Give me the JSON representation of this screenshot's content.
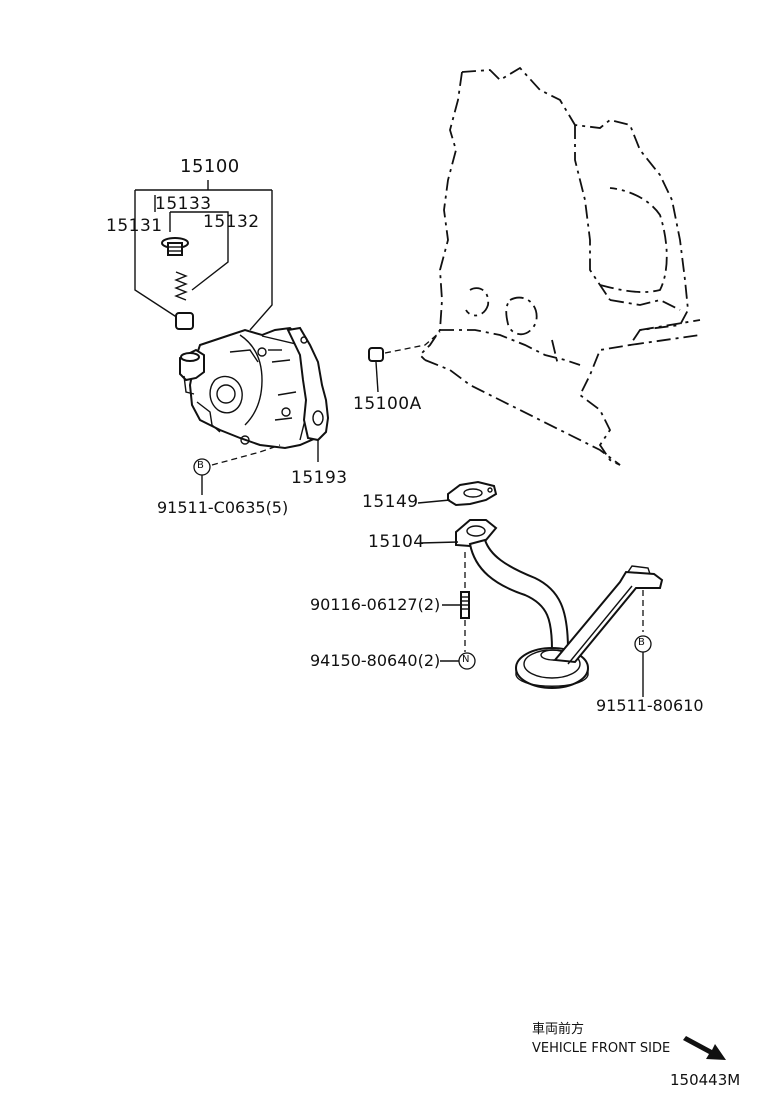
{
  "labels": {
    "p15100": "15100",
    "p15133": "15133",
    "p15131": "15131",
    "p15132": "15132",
    "p15100A": "15100A",
    "p15193": "15193",
    "p91511_c0635": "91511-C0635(5)",
    "p15149": "15149",
    "p15104": "15104",
    "p90116": "90116-06127(2)",
    "p94150": "94150-80640(2)",
    "p91511_80610": "91511-80610"
  },
  "markers": {
    "b_left": "B",
    "n_mark": "N",
    "b_right": "B"
  },
  "note": {
    "jp": "車両前方",
    "en": "VEHICLE FRONT SIDE"
  },
  "figure_code": "150443M"
}
